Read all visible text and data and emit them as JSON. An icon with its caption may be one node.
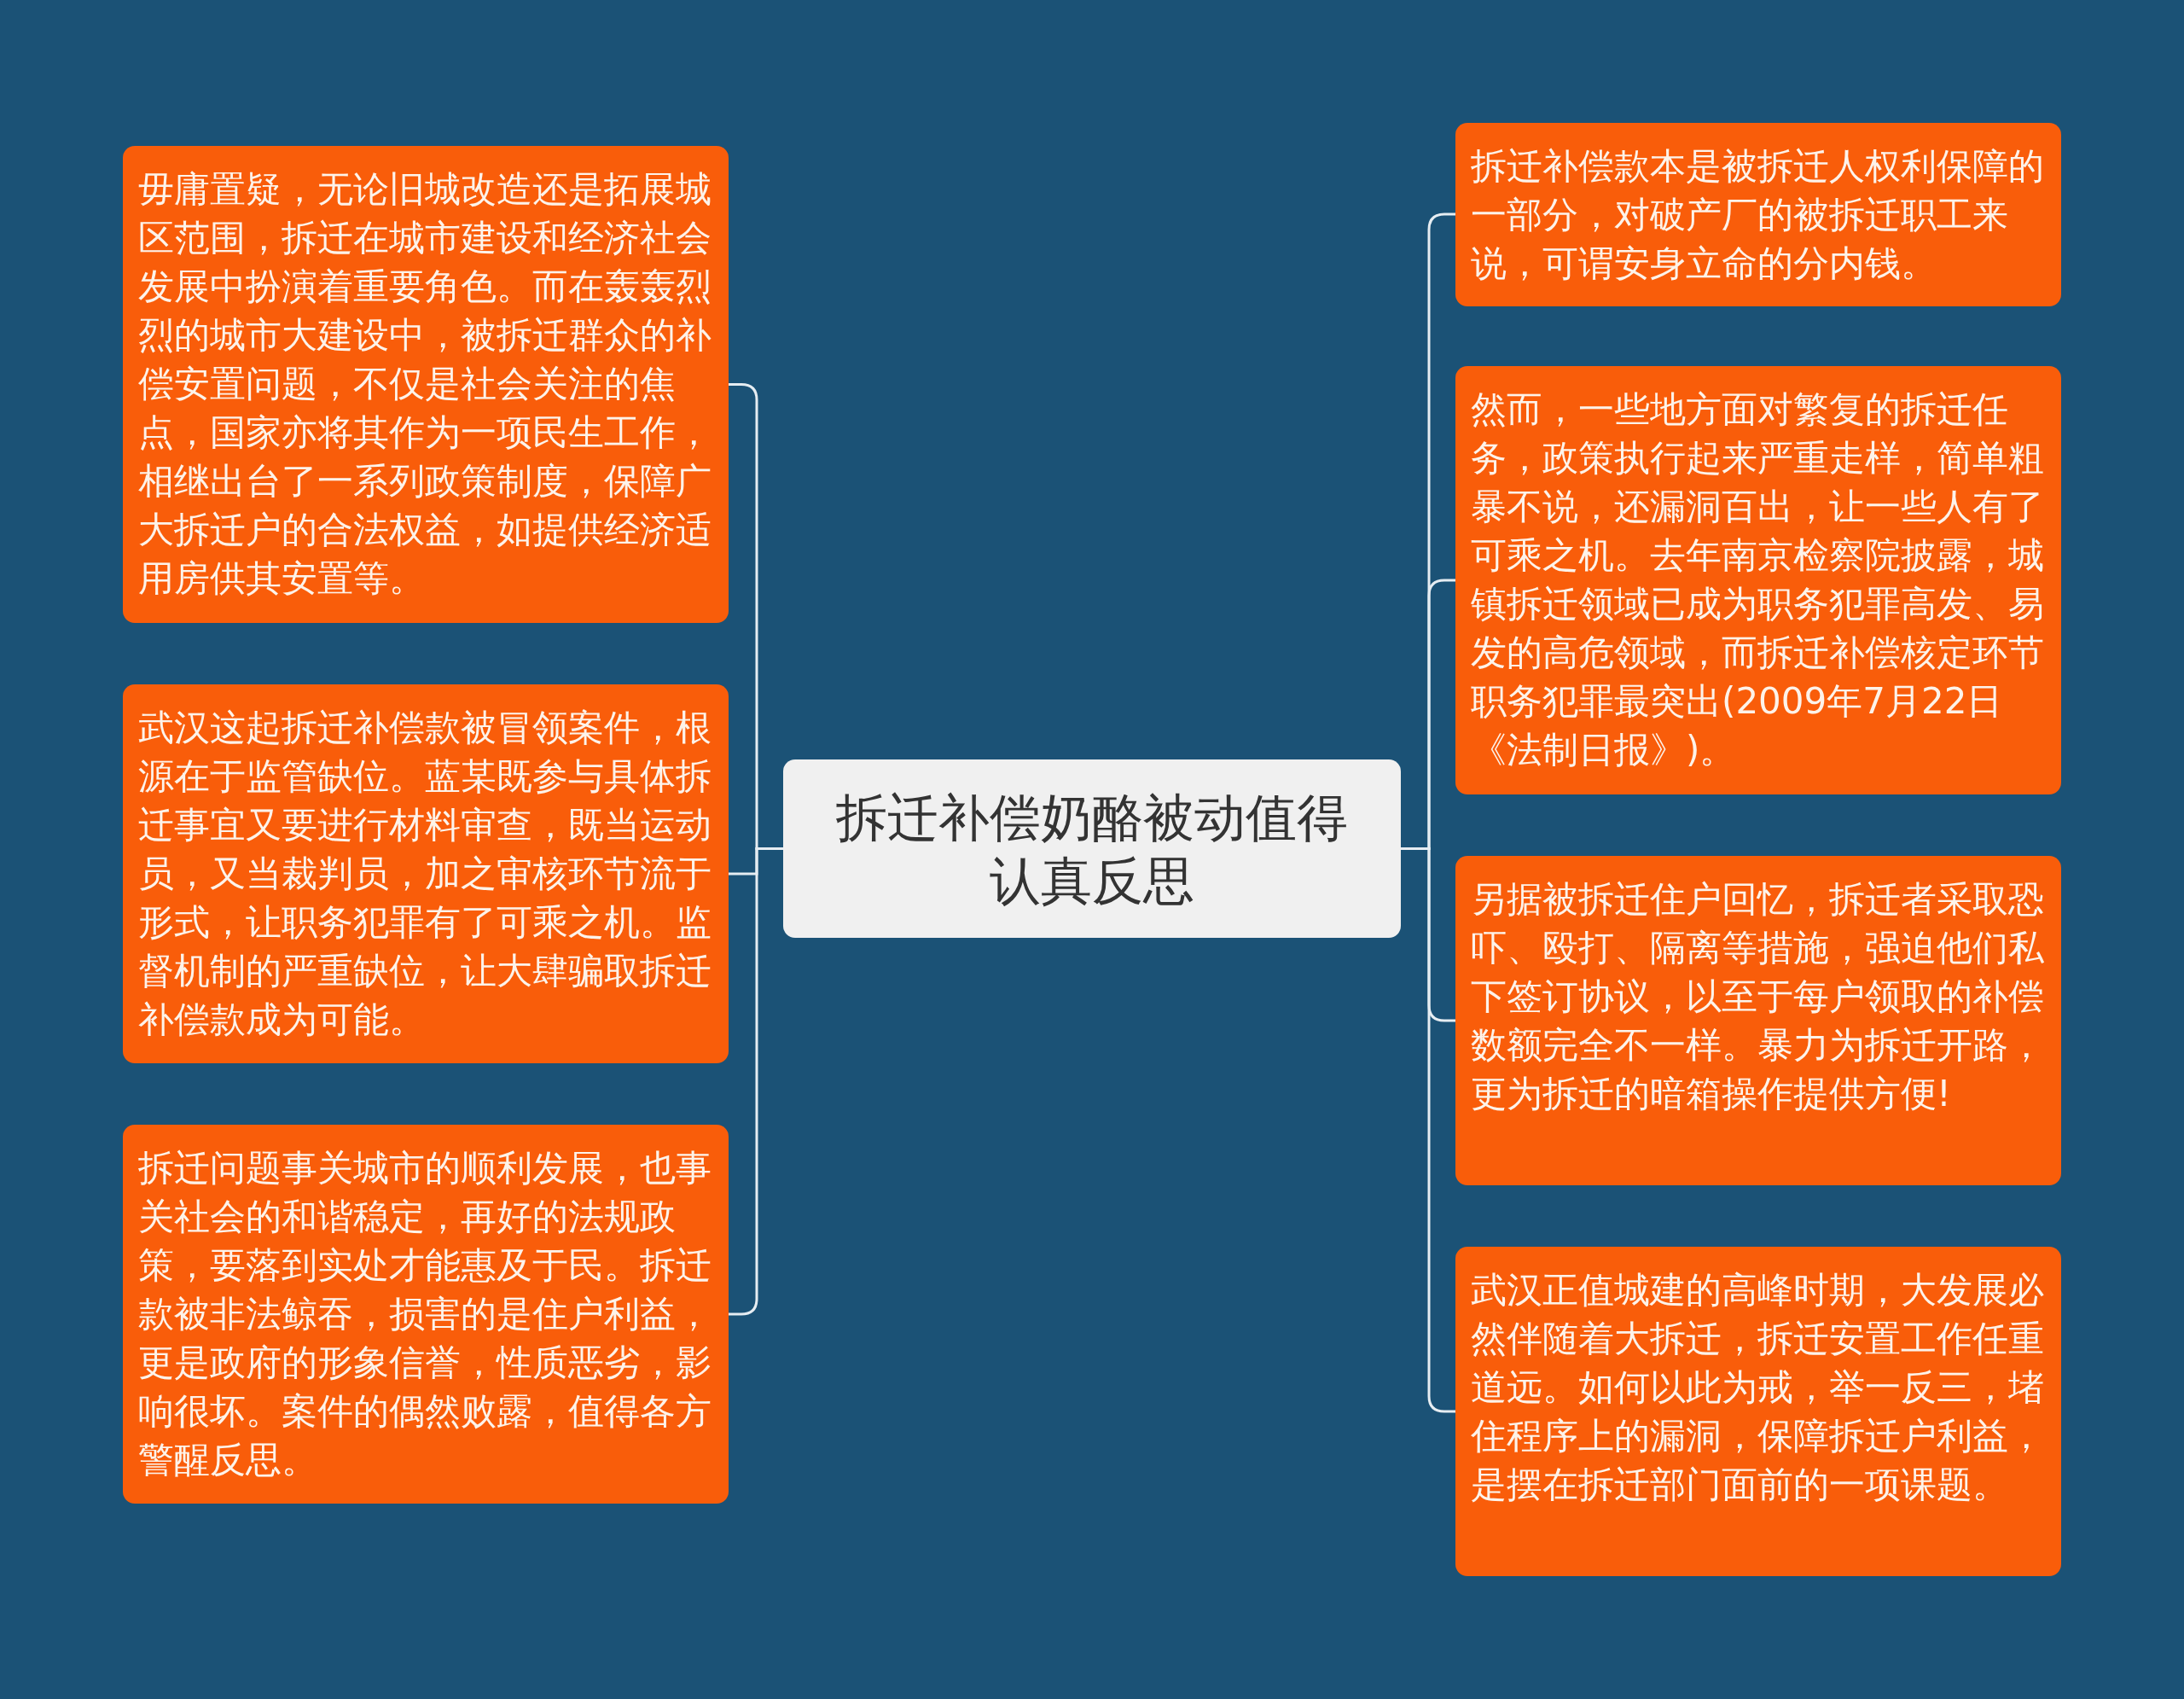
{
  "diagram": {
    "nodes": [
      {
        "text": [
          "拆迁补偿奶酪被动值得认真反思"
        ]
      },
      {
        "text": [
          "毋庸置疑，无论旧城改造还是拓展城区范围，拆迁在城市建设和经济社会发展中扮演着重要角色。而在轰轰烈烈的城市大建设中，被拆迁群众的补偿安置问题，不仅是社会关注的焦点，国家亦将其作为一项民生工作，相继出台了一系列政策制度，保障广大拆迁户的合法权益，如提供经济适用房供其安置等。"
        ]
      },
      {
        "text": [
          "武汉这起拆迁补偿款被冒领案件，根源在于监管缺位。蓝某既参与具体拆迁事宜又要进行材料审查，既当运动员，又当裁判员，加之审核环节流于形式，让职务犯罪有了可乘之机。监督机制的严重缺位，让大肆骗取拆迁补偿款成为可能。"
        ]
      },
      {
        "text": [
          "拆迁问题事关城市的顺利发展，也事关社会的和谐稳定，再好的法规政策，要落到实处才能惠及于民。拆迁款被非法鲸吞，损害的是住户利益，更是政府的形象信誉，性质恶劣，影响很坏。案件的偶然败露，值得各方警醒反思。"
        ]
      },
      {
        "text": [
          "拆迁补偿款本是被拆迁人权利保障的一部分，对破产厂的被拆迁职工来说，可谓安身立命的分内钱。"
        ]
      },
      {
        "text": [
          "然而，一些地方面对繁复的拆迁任务，政策执行起来严重走样，简单粗暴不说，还漏洞百出，让一些人有了可乘之机。去年南京检察院披露，城镇拆迁领域已成为职务犯罪高发、易发的高危领域，而拆迁补偿核定环节职务犯罪最突出(2009年7月22日《法制日报》)。"
        ]
      },
      {
        "text": [
          "另据被拆迁住户回忆，拆迁者采取恐吓、殴打、隔离等措施，强迫他们私下签订协议，以至于每户领取的补偿数额完全不一样。暴力为拆迁开路，更为拆迁的暗箱操作提供方便!"
        ]
      },
      {
        "text": [
          "武汉正值城建的高峰时期，大发展必然伴随着大拆迁，拆迁安置工作任重道远。如何以此为戒，举一反三，堵住程序上的漏洞，保障拆迁户利益，是摆在拆迁部门面前的一项课题。"
        ]
      }
    ],
    "edges": [
      {
        "from": 0,
        "to": 1,
        "arrow": "none"
      },
      {
        "from": 0,
        "to": 2,
        "arrow": "none"
      },
      {
        "from": 0,
        "to": 3,
        "arrow": "none"
      },
      {
        "from": 0,
        "to": 4,
        "arrow": "none"
      },
      {
        "from": 0,
        "to": 5,
        "arrow": "none"
      },
      {
        "from": 0,
        "to": 6,
        "arrow": "none"
      },
      {
        "from": 0,
        "to": 7,
        "arrow": "none"
      }
    ]
  }
}
